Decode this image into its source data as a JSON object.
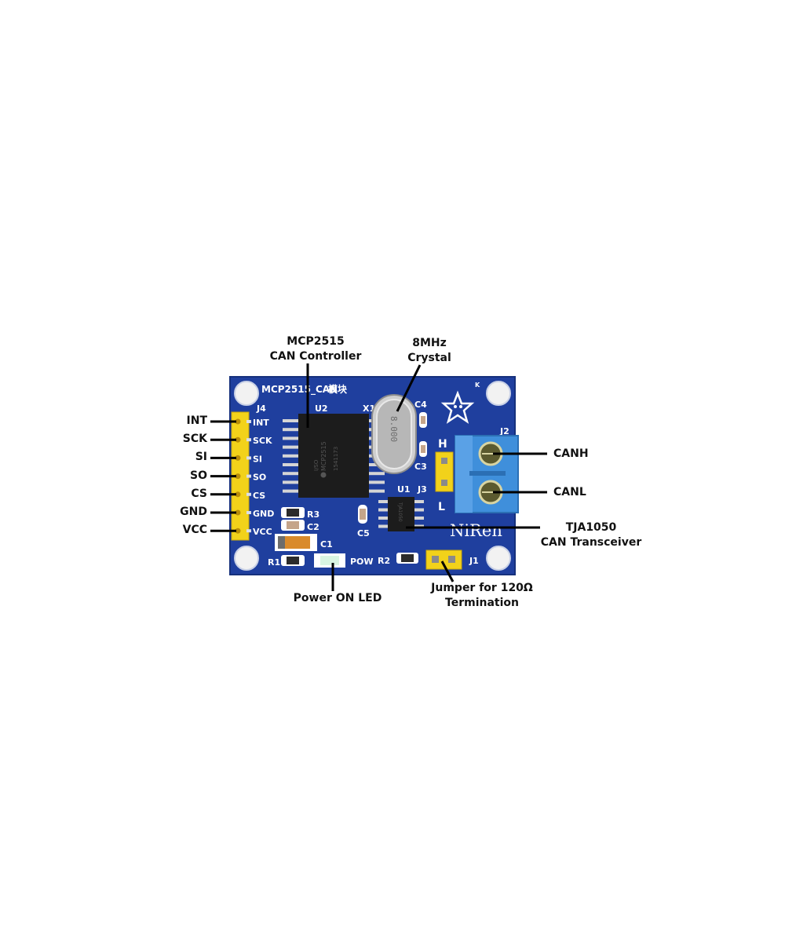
{
  "board": {
    "title_silk": "MCP2515_CAN",
    "title_glyphs": "模块",
    "brand": "NiRen",
    "corner_mark": "K",
    "crystal_marking": "8.000",
    "controller_marking": "MCP2515",
    "controller_code": "I/SO",
    "controller_lot": "1541173",
    "transceiver_marking": "TJA1050"
  },
  "silkscreen": {
    "header_name": "J4",
    "pins": [
      "INT",
      "SCK",
      "SI",
      "SO",
      "CS",
      "GND",
      "VCC"
    ],
    "u2": "U2",
    "x1": "X1",
    "c4": "C4",
    "c3": "C3",
    "j3": "J3",
    "u1": "U1",
    "c5": "C5",
    "r3": "R3",
    "c2": "C2",
    "c1": "C1",
    "r1": "R1",
    "pow": "POW",
    "r2": "R2",
    "j1": "J1",
    "j2": "J2",
    "h": "H",
    "l": "L"
  },
  "callouts": {
    "pin_labels": [
      "INT",
      "SCK",
      "SI",
      "SO",
      "CS",
      "GND",
      "VCC"
    ],
    "controller": [
      "MCP2515",
      "CAN Controller"
    ],
    "crystal": [
      "8MHz",
      "Crystal"
    ],
    "canh": "CANH",
    "canl": "CANL",
    "transceiver": [
      "TJA1050",
      "CAN Transceiver"
    ],
    "led": "Power ON LED",
    "jumper": [
      "Jumper for 120Ω",
      "Termination"
    ]
  },
  "colors": {
    "pcb": "#1f3f9e",
    "header": "#f2d21a",
    "terminal": "#3f8fdb",
    "chip": "#1c1c1c",
    "callout_line": "#000000"
  }
}
